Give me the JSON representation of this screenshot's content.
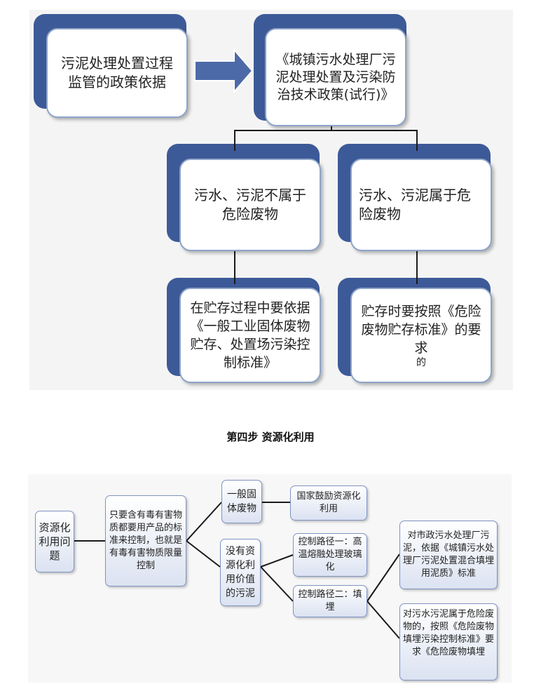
{
  "top_diagram": {
    "policy_basis": "污泥处理处置过程监管的政策依据",
    "policy_doc": "《城镇污水处理厂污泥处理处置及污染防治技术政策(试行)》",
    "non_hazardous": "污水、污泥不属于危险废物",
    "hazardous": "污水、污泥属于危险废物",
    "non_hazardous_storage": "在贮存过程中要依据《一般工业固体废物贮存、处置场污染控制标准》",
    "hazardous_storage": "贮存时要按照《危险废物贮存标准》的要求",
    "hazardous_storage_tail": "的"
  },
  "step_title": "第四步 资源化利用",
  "bottom_diagram": {
    "root": "资源化利用问题",
    "condition": "只要含有毒有害物质都要用产品的标准来控制，也就是有毒有害物质限量控制",
    "general_waste": "一般固体废物",
    "state_encourage": "国家鼓励资源化利用",
    "no_value_sludge": "没有资源化利用价值的污泥",
    "path_one": "控制路径一：高温熔融处理玻璃化",
    "path_two": "控制路径二：填埋",
    "municipal_landfill": "对市政污水处理厂污泥，依据《城镇污水处理厂污泥处置混合填埋用泥质》标准",
    "hazardous_landfill": "对污水污泥属于危险废物的，按照《危险废物填埋污染控制标准》要求《危险废物填埋"
  },
  "colors": {
    "back_bar": "#3d5a98",
    "card_border": "#8da4c9",
    "arrow": "#4d6aa8",
    "node_border": "#7f93c2",
    "connector": "#1a1a1a"
  }
}
